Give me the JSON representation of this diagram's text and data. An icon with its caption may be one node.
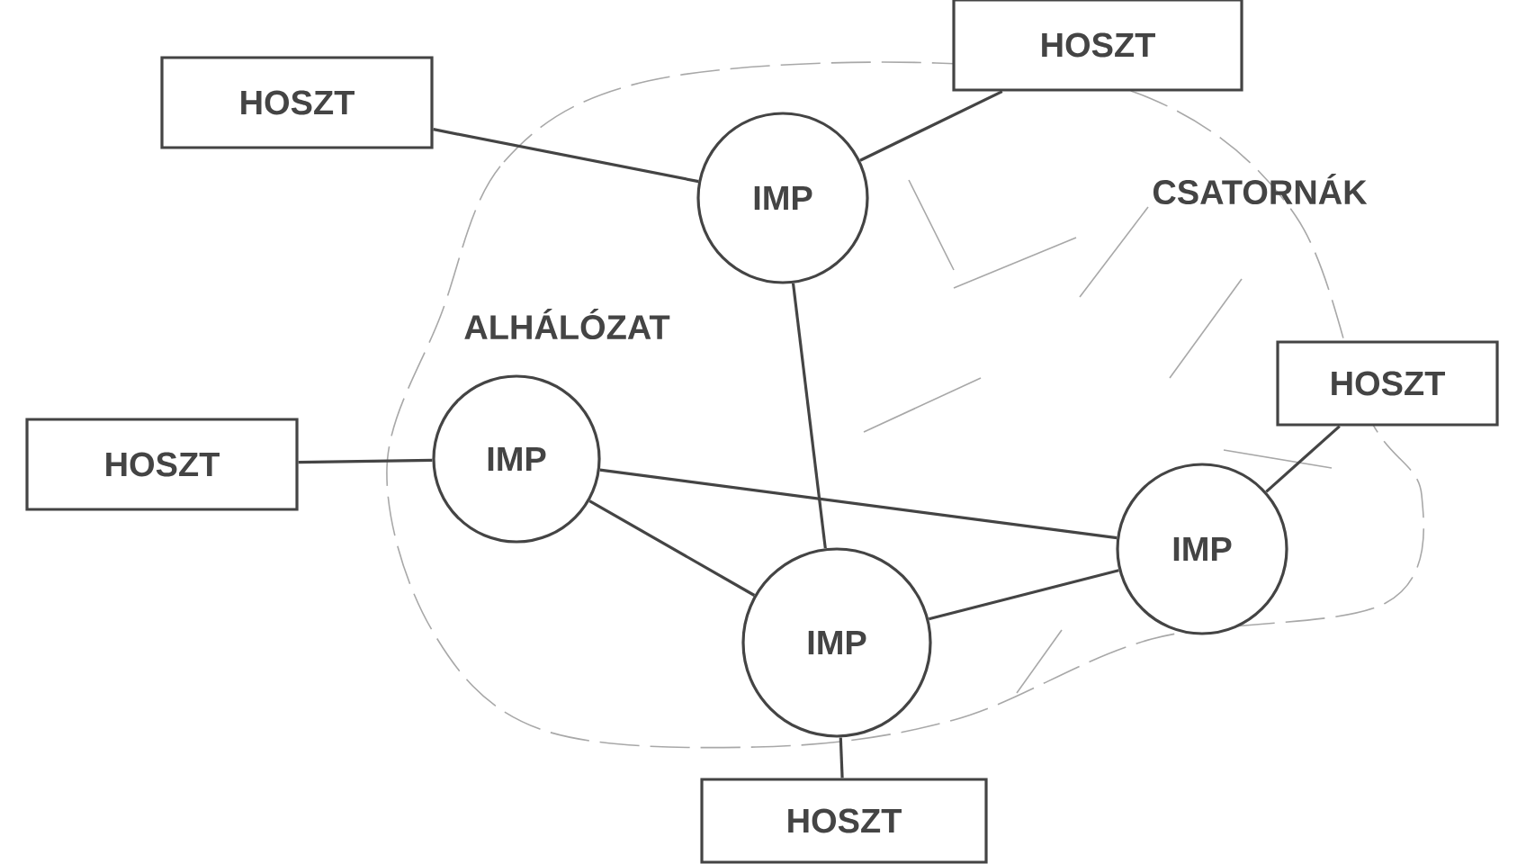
{
  "diagram": {
    "nodes": [
      {
        "text": [
          "HOSZT"
        ]
      },
      {
        "text": [
          "HOSZT"
        ]
      },
      {
        "text": [
          "IMP"
        ]
      },
      {
        "text": [
          "HOSZT"
        ]
      },
      {
        "text": [
          "HOSZT"
        ]
      },
      {
        "text": [
          "IMP"
        ]
      },
      {
        "text": [
          "IMP"
        ]
      },
      {
        "text": [
          "IMP"
        ]
      },
      {
        "text": [
          "HOSZT"
        ]
      }
    ],
    "edges": [
      {
        "from": 0,
        "to": 2,
        "arrow": "none"
      },
      {
        "from": 1,
        "to": 2,
        "arrow": "none"
      },
      {
        "from": 2,
        "to": 7,
        "arrow": "none"
      },
      {
        "from": 4,
        "to": 5,
        "arrow": "none"
      },
      {
        "from": 5,
        "to": 6,
        "arrow": "none"
      },
      {
        "from": 5,
        "to": 7,
        "arrow": "none"
      },
      {
        "from": 3,
        "to": 6,
        "arrow": "none"
      },
      {
        "from": 7,
        "to": 6,
        "arrow": "none"
      },
      {
        "from": 7,
        "to": 8,
        "arrow": "none"
      }
    ],
    "labels": [
      "ALHÁLÓZAT",
      "CSATORNÁK"
    ]
  }
}
